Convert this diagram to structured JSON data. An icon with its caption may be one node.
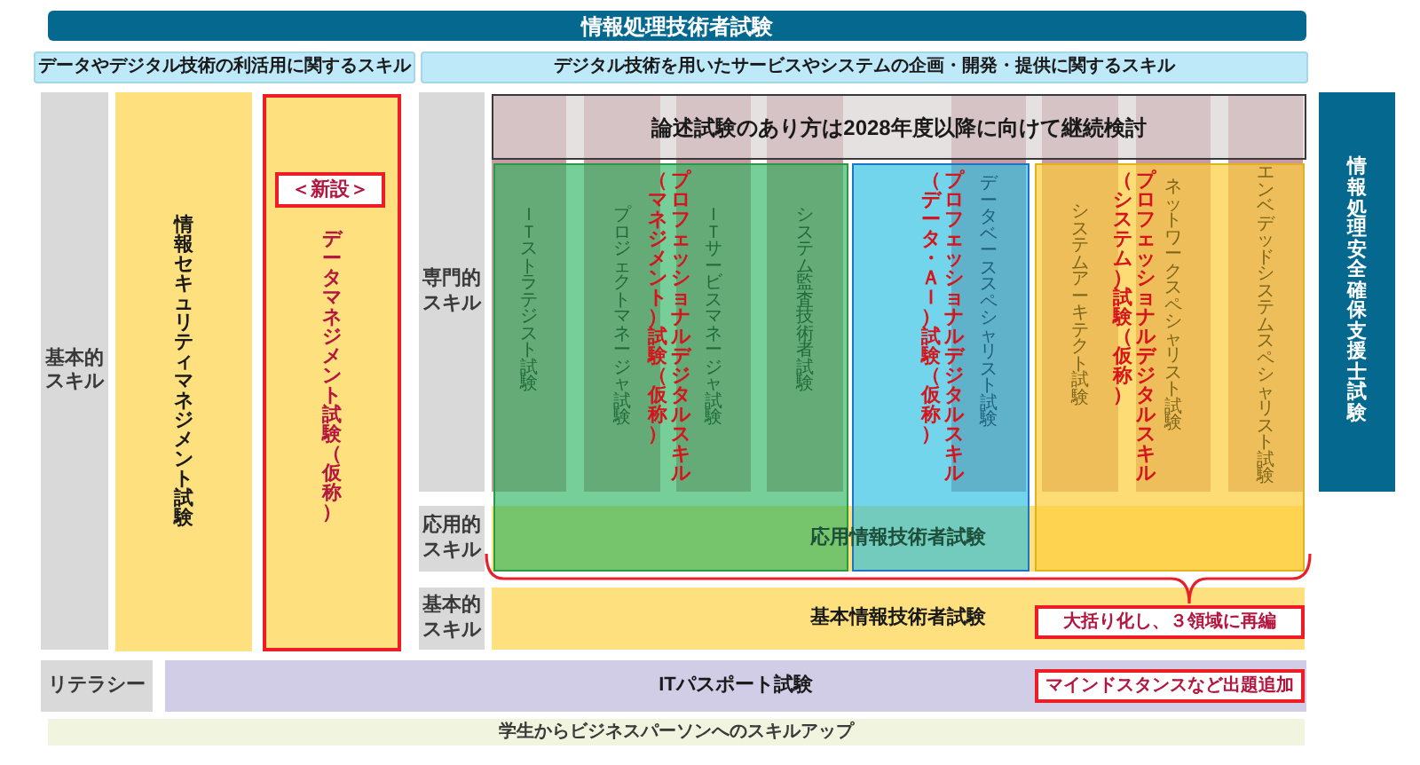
{
  "diagram": {
    "nodes": [
      {
        "text": [
          "情報処理技術者試験"
        ]
      },
      {
        "text": [
          "データやデジタル技術の利活用に関するスキル"
        ]
      },
      {
        "text": [
          "デジタル技術を用いたサービスやシステムの企画・開発・提供に関するスキル"
        ]
      },
      {
        "text": [
          "基本的スキル"
        ]
      },
      {
        "text": [
          "情報セキュリティマネジメント試験"
        ]
      },
      {
        "text": [
          "データマネジメント試験（仮称）"
        ]
      },
      {
        "text": [
          "＜新設＞"
        ],
        "in": 5
      },
      {
        "text": [
          "専門的スキル"
        ]
      },
      {
        "text": [
          "論述試験のあり方は2028年度以降に向けて継続検討"
        ]
      },
      {
        "text": [
          "プロフェッショナルデジタルスキル（マネジメント）試験（仮称）"
        ]
      },
      {
        "text": [
          "ＩＴストラテジスト試験"
        ]
      },
      {
        "text": [
          "プロジェクトマネージャ試験"
        ]
      },
      {
        "text": [
          "ＩＴサービスマネージャ試験"
        ]
      },
      {
        "text": [
          "システム監査技術者試験"
        ]
      },
      {
        "text": [
          "プロフェッショナルデジタルスキル（データ・ＡＩ）試験（仮称）"
        ]
      },
      {
        "text": [
          "データベーススペシャリスト試験"
        ]
      },
      {
        "text": [
          "プロフェッショナルデジタルスキル（システム）試験（仮称）"
        ]
      },
      {
        "text": [
          "システムアーキテクト試験"
        ]
      },
      {
        "text": [
          "ネットワークスペシャリスト試験"
        ]
      },
      {
        "text": [
          "エンベデッドシステムスペシャリスト試験"
        ]
      },
      {
        "text": [
          "情報処理安全確保支援士試験"
        ]
      },
      {
        "text": [
          "応用的スキル"
        ]
      },
      {
        "text": [
          "応用情報技術者試験"
        ]
      },
      {
        "text": [
          "基本的スキル"
        ]
      },
      {
        "text": [
          "基本情報技術者試験"
        ]
      },
      {
        "text": [
          "大括り化し、３領域に再編"
        ],
        "in": 24
      },
      {
        "text": [
          "リテラシー"
        ]
      },
      {
        "text": [
          "ITパスポート試験"
        ]
      },
      {
        "text": [
          "マインドスタンスなど出題追加"
        ],
        "in": 27
      },
      {
        "text": [
          "学生からビジネスパーソンへのスキルアップ"
        ]
      }
    ]
  }
}
